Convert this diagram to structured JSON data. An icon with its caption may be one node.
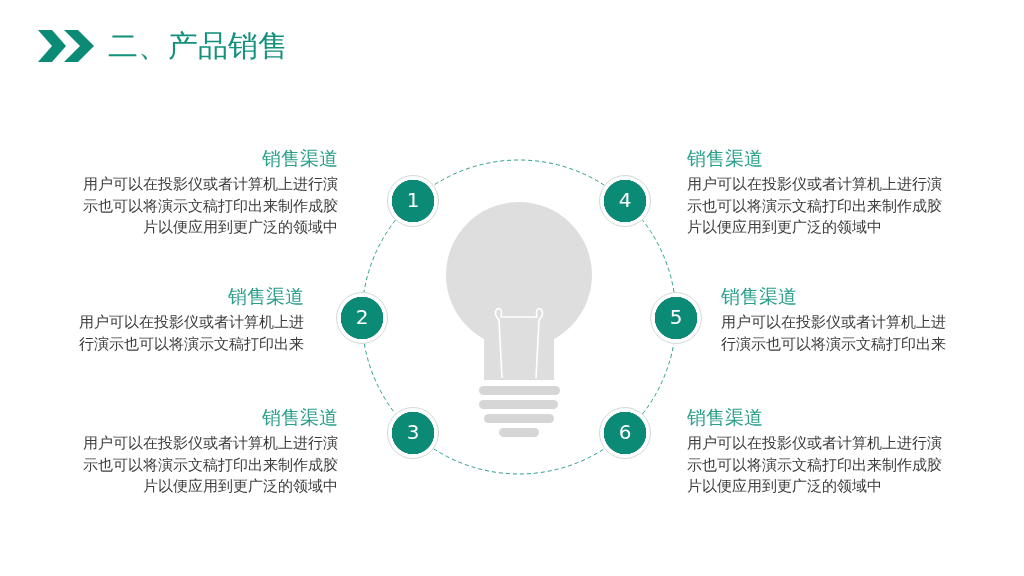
{
  "diagram": {
    "title": "二、产品销售",
    "nodes": [
      {
        "text": [
          "1"
        ],
        "beside": [
          "销售渠道",
          "用户可以在投影仪或者计算机上进行演示也可以将演示文稿打印出来制作成胶片以便应用到更广泛的领域中"
        ]
      },
      {
        "text": [
          "2"
        ],
        "beside": [
          "销售渠道",
          "用户可以在投影仪或者计算机上进行演示也可以将演示文稿打印出来"
        ]
      },
      {
        "text": [
          "3"
        ],
        "beside": [
          "销售渠道",
          "用户可以在投影仪或者计算机上进行演示也可以将演示文稿打印出来制作成胶片以便应用到更广泛的领域中"
        ]
      },
      {
        "text": [
          "4"
        ],
        "beside": [
          "销售渠道",
          "用户可以在投影仪或者计算机上进行演示也可以将演示文稿打印出来制作成胶片以便应用到更广泛的领域中"
        ]
      },
      {
        "text": [
          "5"
        ],
        "beside": [
          "销售渠道",
          "用户可以在投影仪或者计算机上进行演示也可以将演示文稿打印出来"
        ]
      },
      {
        "text": [
          "6"
        ],
        "beside": [
          "销售渠道",
          "用户可以在投影仪或者计算机上进行演示也可以将演示文稿打印出来制作成胶片以便应用到更广泛的领域中"
        ]
      }
    ],
    "edges": [
      {
        "from": 0,
        "to": 1,
        "arrow": "none",
        "style": "dashed"
      },
      {
        "from": 1,
        "to": 2,
        "arrow": "none",
        "style": "dashed"
      },
      {
        "from": 2,
        "to": 5,
        "arrow": "none",
        "style": "dashed"
      },
      {
        "from": 5,
        "to": 4,
        "arrow": "none",
        "style": "dashed"
      },
      {
        "from": 4,
        "to": 3,
        "arrow": "none",
        "style": "dashed"
      },
      {
        "from": 3,
        "to": 0,
        "arrow": "none",
        "style": "dashed"
      }
    ]
  }
}
